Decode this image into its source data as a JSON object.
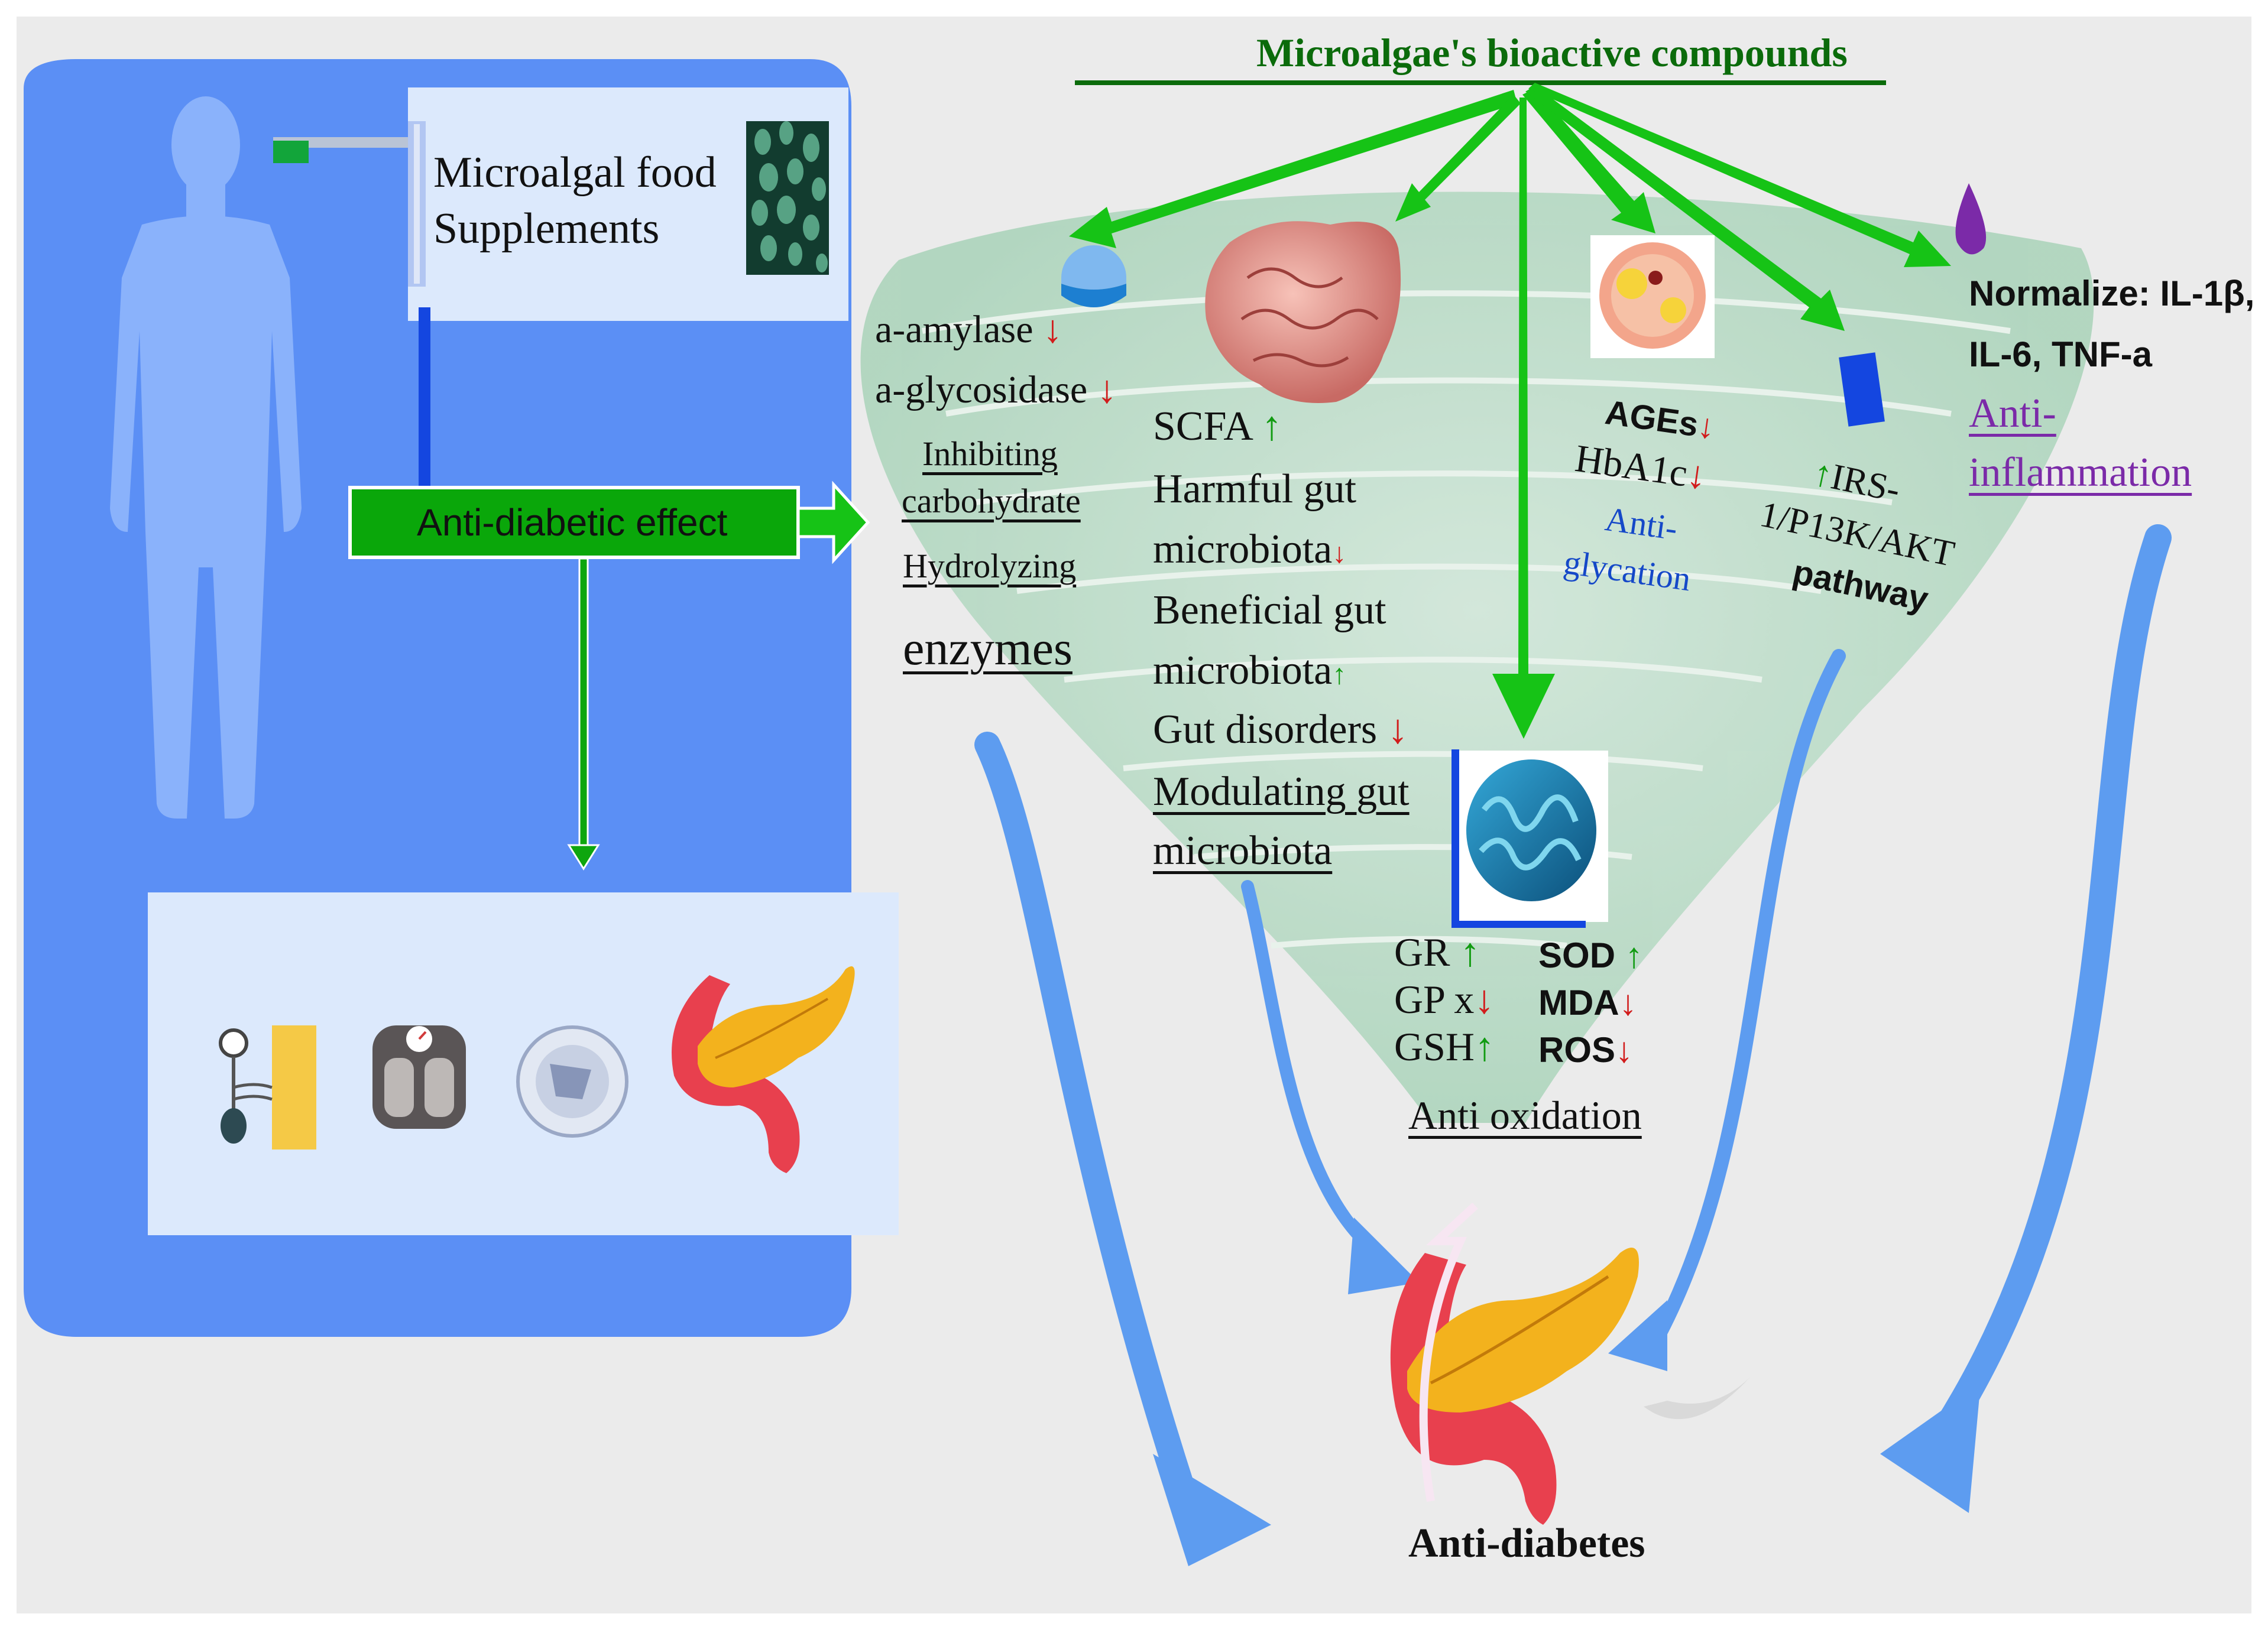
{
  "title": "Microalgae's bioactive compounds",
  "left_panel": {
    "supplement_label_line1": "Microalgal food",
    "supplement_label_line2": "Supplements",
    "effect_label": "Anti-diabetic effect"
  },
  "enzymes": {
    "amylase": "a-amylase",
    "glycosidase": "a-glycosidase",
    "line1": "Inhibiting",
    "line2": "carbohydrate",
    "line3": "Hydrolyzing",
    "line4": "enzymes"
  },
  "gut": {
    "scfa": "SCFA",
    "harmful_1": "Harmful gut",
    "harmful_2": "microbiota",
    "beneficial_1": "Beneficial gut",
    "beneficial_2": "microbiota",
    "disorders": "Gut disorders",
    "modulating_1": "Modulating gut",
    "modulating_2": "microbiota"
  },
  "glycation": {
    "ages": "AGEs",
    "hba1c": "HbA1c",
    "anti_1": "Anti-",
    "anti_2": "glycation"
  },
  "pathway": {
    "line1": "IRS-",
    "line2": "1/P13K/AKT",
    "line3": "pathway"
  },
  "inflammation": {
    "normalize_1": "Normalize: IL-1β,",
    "normalize_2": "IL-6, TNF-a",
    "anti_1": "Anti-",
    "anti_2": "inflammation"
  },
  "oxidation": {
    "gr": "GR",
    "gpx": "GP x",
    "gsh": "GSH",
    "sod": "SOD",
    "mda": "MDA",
    "ros": "ROS",
    "label": "Anti oxidation"
  },
  "outcome": "Anti-diabetes",
  "arrow_glyphs": {
    "up": "↑",
    "down": "↓"
  },
  "colors": {
    "body_panel": "#5b8ff5",
    "panel_light": "#dce9fc",
    "green_arrow": "#16c316",
    "dark_green": "#0b6b0b",
    "effect_box": "#0aa70a",
    "blue_arrow": "#5d9cf0",
    "red": "#d11c1c",
    "green_up": "#119b11",
    "purple": "#7b2aa8",
    "blue_text": "#1548c8"
  },
  "icons": [
    "human-silhouette-icon",
    "spirulina-icon",
    "hemisphere-icon",
    "intestine-icon",
    "cell-glycation-icon",
    "receptor-icon",
    "droplet-icon",
    "mitochondria-icon",
    "blood-pressure-icon",
    "weight-scale-icon",
    "islet-cell-icon",
    "pancreas-icon"
  ]
}
